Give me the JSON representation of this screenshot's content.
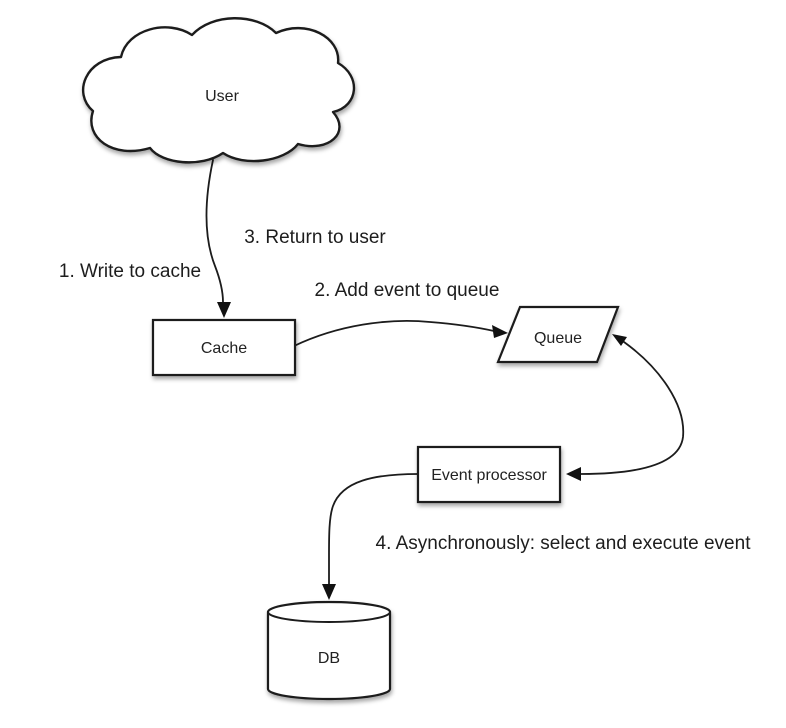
{
  "diagram": {
    "background": "#ffffff",
    "stroke_color": "#1c1c1c",
    "fill_color": "#ffffff",
    "text_color": "#222222",
    "nodes": [
      {
        "id": "user",
        "shape": "cloud",
        "label": "User"
      },
      {
        "id": "cache",
        "shape": "rectangle",
        "label": "Cache"
      },
      {
        "id": "queue",
        "shape": "parallelogram",
        "label": "Queue"
      },
      {
        "id": "event-processor",
        "shape": "rectangle",
        "label": "Event processor"
      },
      {
        "id": "db",
        "shape": "cylinder",
        "label": "DB"
      }
    ],
    "edges": [
      {
        "from": "user",
        "to": "cache",
        "style": "curved",
        "arrowheads": "end",
        "labels": [
          "1. Write to cache",
          "3. Return to user"
        ]
      },
      {
        "from": "cache",
        "to": "queue",
        "style": "curved",
        "arrowheads": "end",
        "labels": [
          "2. Add event to queue"
        ]
      },
      {
        "from": "queue",
        "to": "event-processor",
        "style": "curved",
        "arrowheads": "both",
        "labels": []
      },
      {
        "from": "event-processor",
        "to": "db",
        "style": "curved",
        "arrowheads": "end",
        "labels": [
          "4. Asynchronously: select and execute event"
        ]
      }
    ]
  }
}
